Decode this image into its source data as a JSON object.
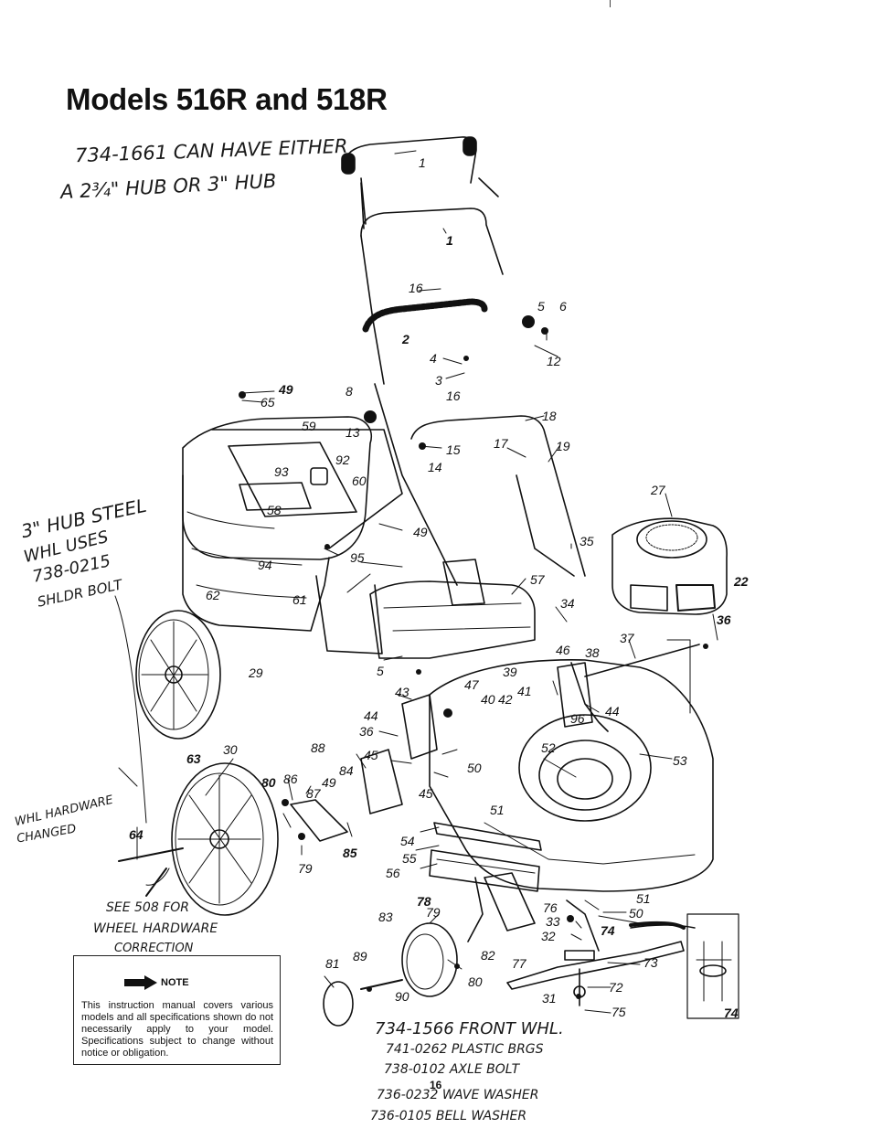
{
  "page": {
    "title": "Models 516R and 518R",
    "page_number": "16"
  },
  "handwritten": {
    "top_note_line1": "734-1661 CAN HAVE EITHER",
    "top_note_line2": "A 2¾\" HUB OR 3\" HUB",
    "left_note_line1": "3\" HUB STEEL",
    "left_note_line2": "WHL USES",
    "left_note_line3": "738-0215",
    "left_note_line4": "SHLDR BOLT",
    "wheel_note_line1": "WHL HARDWARE",
    "wheel_note_line2": "CHANGED",
    "see_note_line1": "SEE 508 FOR",
    "see_note_line2": "WHEEL HARDWARE",
    "see_note_line3": "CORRECTION",
    "bottom_line1": "734-1566 FRONT WHL.",
    "bottom_line2": "741-0262 PLASTIC BRGS",
    "bottom_line3": "738-0102 AXLE BOLT",
    "bottom_line4": "736-0232 WAVE WASHER",
    "bottom_line5": "736-0105 BELL WASHER"
  },
  "note": {
    "heading": "NOTE",
    "text": "This instruction manual covers various models and all specifications shown do not necessarily apply to your model. Specifications subject to change without notice or obligation."
  },
  "callouts": {
    "c1a": "1",
    "c1b": "1",
    "c2": "2",
    "c3": "3",
    "c4": "4",
    "c5a": "5",
    "c5b": "5",
    "c6": "6",
    "c8": "8",
    "c12": "12",
    "c13": "13",
    "c14": "14",
    "c15": "15",
    "c16a": "16",
    "c16b": "16",
    "c17": "17",
    "c18": "18",
    "c19": "19",
    "c22": "22",
    "c27": "27",
    "c29": "29",
    "c30": "30",
    "c31": "31",
    "c32": "32",
    "c33": "33",
    "c34": "34",
    "c35": "35",
    "c36a": "36",
    "c36b": "36",
    "c37": "37",
    "c38": "38",
    "c39": "39",
    "c40": "40",
    "c41": "41",
    "c42": "42",
    "c43": "43",
    "c44": "44",
    "c45a": "45",
    "c45b": "45",
    "c46": "46",
    "c47": "47",
    "c49a": "49",
    "c49b": "49",
    "c49c": "49",
    "c50a": "50",
    "c50b": "50",
    "c51a": "51",
    "c51b": "51",
    "c52": "52",
    "c53": "53",
    "c54": "54",
    "c55": "55",
    "c56": "56",
    "c57": "57",
    "c58": "58",
    "c59": "59",
    "c60": "60",
    "c61": "61",
    "c62": "62",
    "c63": "63",
    "c64": "64",
    "c65": "65",
    "c72": "72",
    "c73": "73",
    "c74a": "74",
    "c74b": "74",
    "c75": "75",
    "c76": "76",
    "c77": "77",
    "c78": "78",
    "c79a": "79",
    "c79b": "79",
    "c80a": "80",
    "c80b": "80",
    "c81": "81",
    "c82": "82",
    "c83": "83",
    "c84": "84",
    "c85": "85",
    "c86": "86",
    "c87": "87",
    "c88": "88",
    "c89": "89",
    "c90": "90",
    "c92": "92",
    "c93": "93",
    "c94": "94",
    "c95": "95",
    "c96": "96",
    "c44b": "44"
  }
}
